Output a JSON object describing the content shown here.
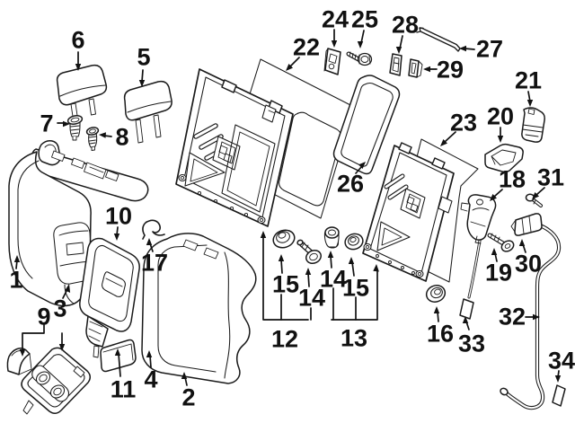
{
  "diagram": {
    "type": "exploded-parts-diagram",
    "subject": "rear-seat-back-assembly",
    "background": "#ffffff",
    "line_color": "#1a1a1a",
    "label_color": "#111111",
    "callouts": [
      {
        "label": "6",
        "part": "headrest-outer"
      },
      {
        "label": "5",
        "part": "headrest-center"
      },
      {
        "label": "7",
        "part": "headrest-guide"
      },
      {
        "label": "8",
        "part": "headrest-guide-locking"
      },
      {
        "label": "22",
        "part": "seat-back-panel-left"
      },
      {
        "label": "24",
        "part": "bracket"
      },
      {
        "label": "25",
        "part": "bolt"
      },
      {
        "label": "28",
        "part": "clip"
      },
      {
        "label": "27",
        "part": "rod"
      },
      {
        "label": "29",
        "part": "clip"
      },
      {
        "label": "21",
        "part": "latch-knob"
      },
      {
        "label": "20",
        "part": "release-bezel"
      },
      {
        "label": "23",
        "part": "seat-back-panel-right"
      },
      {
        "label": "26",
        "part": "hatch-frame-seal"
      },
      {
        "label": "18",
        "part": "latch-assembly"
      },
      {
        "label": "31",
        "part": "pin"
      },
      {
        "label": "19",
        "part": "pivot-bolt"
      },
      {
        "label": "30",
        "part": "cable-end-fitting"
      },
      {
        "label": "16",
        "part": "pivot-grommet"
      },
      {
        "label": "33",
        "part": "short-cable"
      },
      {
        "label": "32",
        "part": "release-cable"
      },
      {
        "label": "34",
        "part": "cable-tag"
      },
      {
        "label": "1",
        "part": "seat-back-cover-left"
      },
      {
        "label": "3",
        "part": "seat-back-pad-left"
      },
      {
        "label": "9",
        "part": "cup-holder"
      },
      {
        "label": "10",
        "part": "armrest"
      },
      {
        "label": "17",
        "part": "retaining-hook"
      },
      {
        "label": "11",
        "part": "trim-cover"
      },
      {
        "label": "4",
        "part": "seat-back-pad-right"
      },
      {
        "label": "2",
        "part": "seat-back-cover-right"
      },
      {
        "label": "12",
        "part": "seat-back-frame-left"
      },
      {
        "label": "13",
        "part": "seat-back-frame-right"
      },
      {
        "label": "15",
        "part": "pivot-bushing"
      },
      {
        "label": "14",
        "part": "pivot-bolt-bushing"
      },
      {
        "label": "14",
        "part": "pivot-bushing"
      },
      {
        "label": "15",
        "part": "pivot-bushing"
      }
    ]
  }
}
